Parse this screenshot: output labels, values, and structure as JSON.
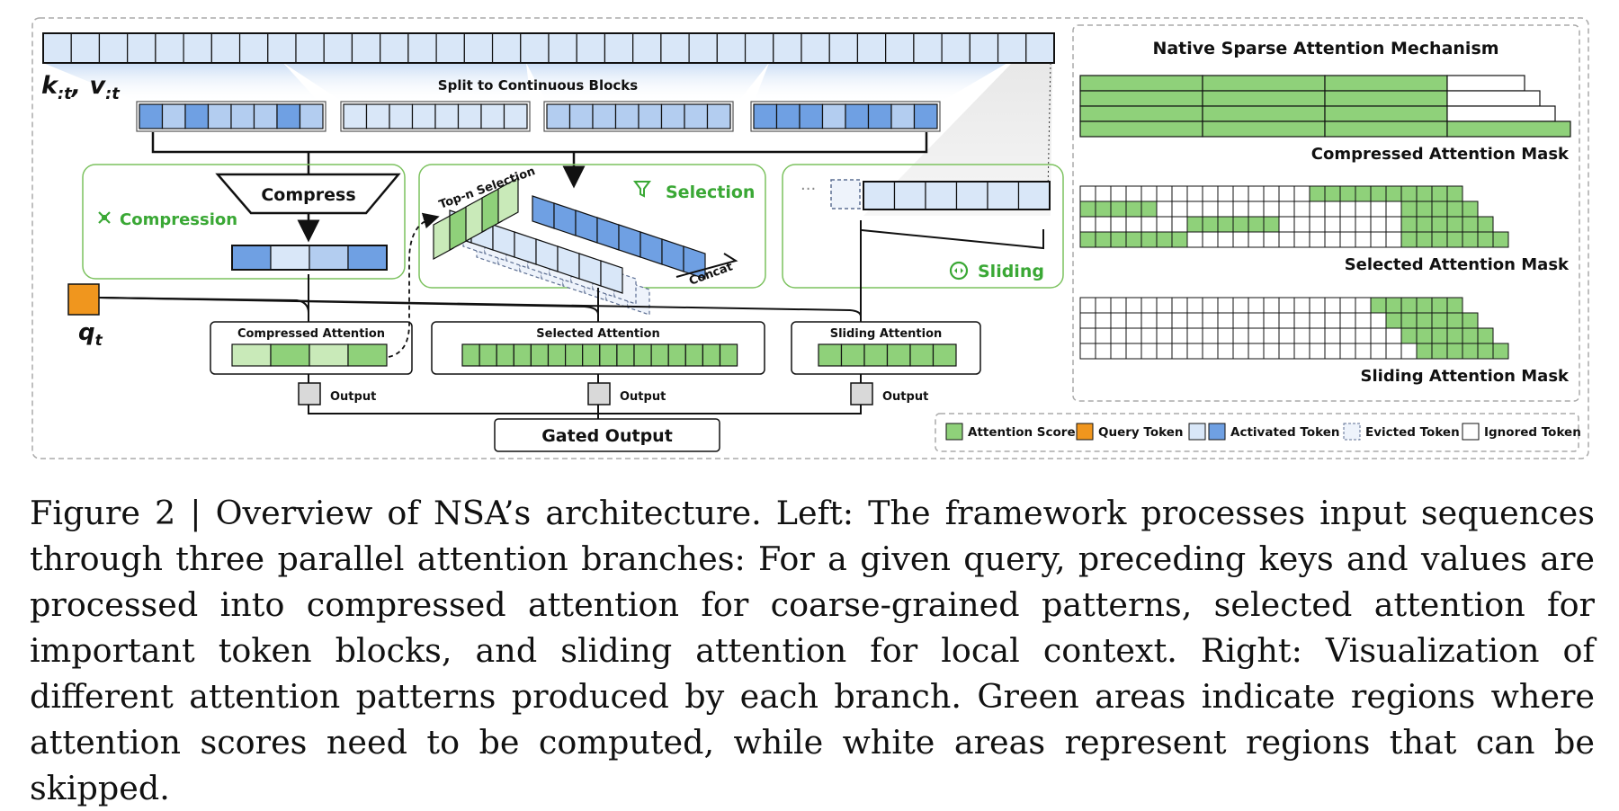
{
  "left": {
    "kv_label_k": "k",
    "kv_label_k_sub": ":t",
    "kv_label_sep": ", ",
    "kv_label_v": "v",
    "kv_label_v_sub": ":t",
    "split_label": "Split to Continuous Blocks",
    "compress_box_label": "Compress",
    "compression_label": "Compression",
    "selection_label": "Selection",
    "topn_label": "Top-n Selection",
    "concat_label": "Concat",
    "sliding_label": "Sliding",
    "ellipsis": "···",
    "query_label": "q",
    "query_sub": "t",
    "branches": {
      "compressed": "Compressed Attention",
      "selected": "Selected Attention",
      "sliding": "Sliding Attention"
    },
    "output_label": "Output",
    "gated_output_label": "Gated Output"
  },
  "right": {
    "title": "Native Sparse Attention Mechanism",
    "compressed_mask_label": "Compressed Attention Mask",
    "selected_mask_label": "Selected Attention Mask",
    "sliding_mask_label": "Sliding Attention Mask"
  },
  "legend": {
    "attention_score": "Attention Score",
    "query_token": "Query Token",
    "activated_token": "Activated Token",
    "evicted_token": "Evicted Token",
    "ignored_token": "Ignored Token"
  },
  "colors": {
    "green": "#8fd17a",
    "green_light": "#c9eab9",
    "orange": "#f0961e",
    "blue_light": "#d9e7f8",
    "blue_mid": "#b3cdf0",
    "blue_dark": "#6fa0e3",
    "frame_green": "#7cc25f",
    "text_green": "#3aa835"
  },
  "caption": "Figure 2 | Overview of NSA’s architecture. Left: The framework processes input sequences through three parallel attention branches: For a given query, preceding keys and values are processed into compressed attention for coarse-grained patterns, selected attention for important token blocks, and sliding attention for local context. Right: Visualization of different attention patterns produced by each branch. Green areas indicate regions where attention scores need to be computed, while white areas represent regions that can be skipped."
}
